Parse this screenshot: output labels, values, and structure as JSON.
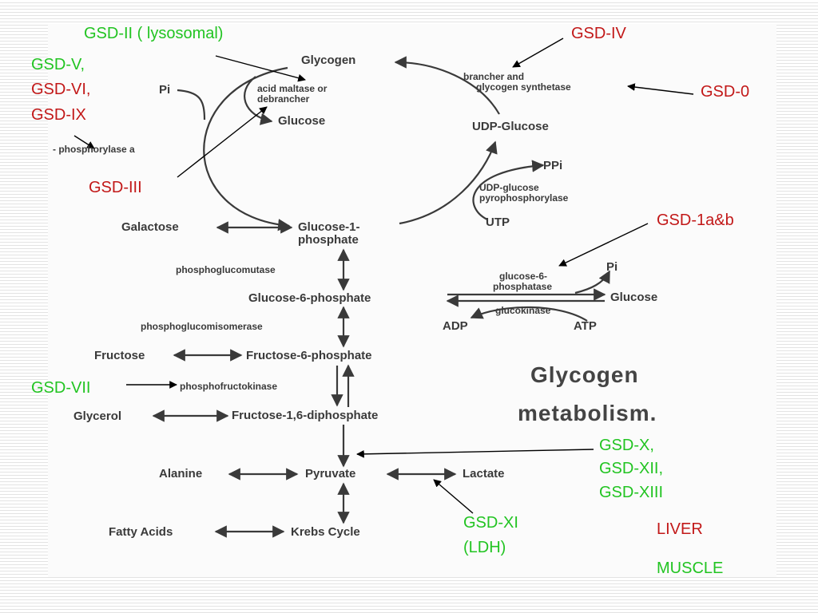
{
  "colors": {
    "green": "#22c422",
    "red": "#c21818",
    "pathway": "#3a3a3a"
  },
  "title": {
    "line1": "Glycogen",
    "line2": "metabolism."
  },
  "nodes": {
    "glycogen": "Glycogen",
    "acid_maltase": "acid maltase or",
    "debrancher": "debrancher",
    "glucose_top": "Glucose",
    "pi_left": "Pi",
    "phosphorylase": "- phosphorylase a",
    "brancher": "brancher and",
    "glycogen_synthetase": "glycogen synthetase",
    "udp_glucose": "UDP-Glucose",
    "ppi": "PPi",
    "udp_ppase_1": "UDP-glucose",
    "udp_ppase_2": "pyrophosphorylase",
    "utp": "UTP",
    "galactose": "Galactose",
    "g1p_1": "Glucose-1-",
    "g1p_2": "phosphate",
    "phosphoglucomutase": "phosphoglucomutase",
    "g6pase_1": "glucose-6-",
    "g6pase_2": "phosphatase",
    "pi_right": "Pi",
    "g6p": "Glucose-6-phosphate",
    "glucose_right": "Glucose",
    "glucokinase": "glucokinase",
    "adp": "ADP",
    "atp": "ATP",
    "phosphoglucoisomerase": "phosphoglucomisomerase",
    "fructose": "Fructose",
    "f6p": "Fructose-6-phosphate",
    "pfk": "phosphofructokinase",
    "glycerol": "Glycerol",
    "f16dp": "Fructose-1,6-diphosphate",
    "alanine": "Alanine",
    "pyruvate": "Pyruvate",
    "lactate": "Lactate",
    "fatty_acids": "Fatty Acids",
    "krebs": "Krebs Cycle"
  },
  "overlays": {
    "gsd_ii": "GSD-II ( lysosomal)",
    "gsd_iv": "GSD-IV",
    "gsd_v": "GSD-V,",
    "gsd_vi": "GSD-VI,",
    "gsd_ix": "GSD-IX",
    "gsd_0": "GSD-0",
    "gsd_iii": "GSD-III",
    "gsd_1ab": "GSD-1a&b",
    "gsd_vii": "GSD-VII",
    "gsd_x": "GSD-X,",
    "gsd_xii": "GSD-XII,",
    "gsd_xiii": "GSD-XIII",
    "gsd_xi": "GSD-XI",
    "ldh": "(LDH)"
  },
  "legend": {
    "liver": "LIVER",
    "muscle": "MUSCLE"
  }
}
